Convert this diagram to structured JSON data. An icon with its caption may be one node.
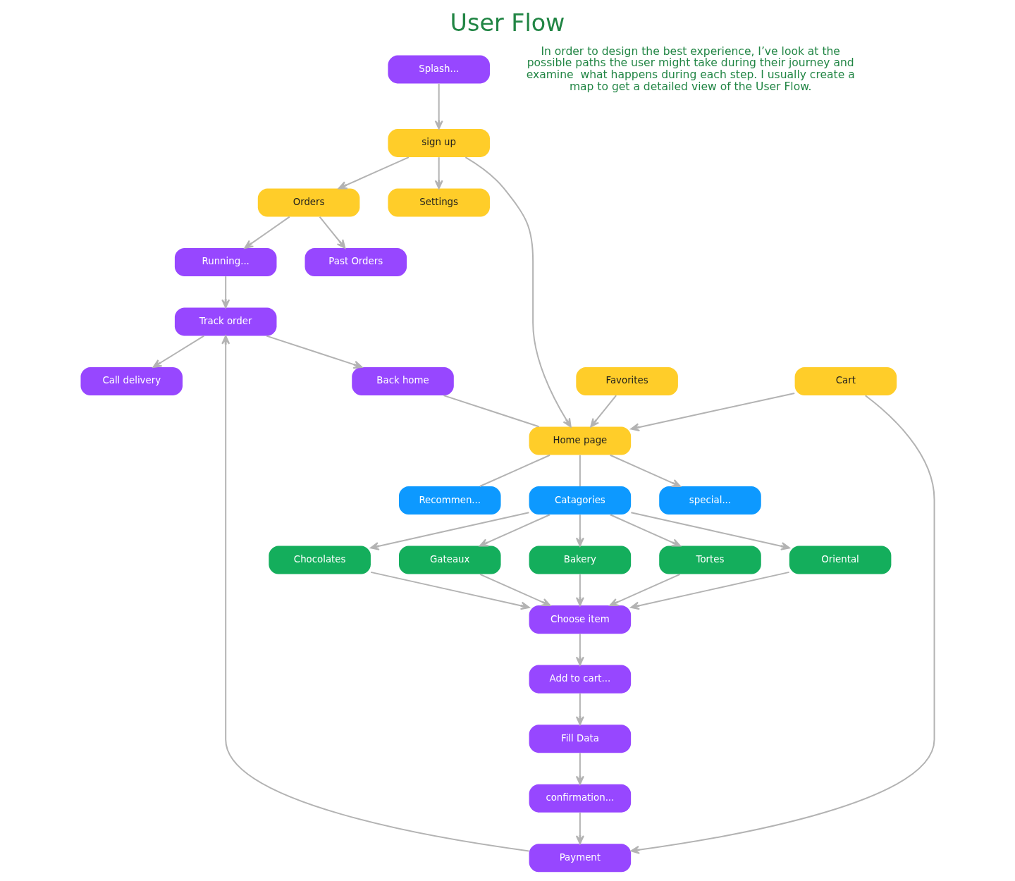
{
  "diagram": {
    "title": "User Flow",
    "nodes": [
      {
        "text": [
          "Splash..."
        ]
      },
      {
        "text": [
          "sign up"
        ]
      },
      {
        "text": [
          "Past Orders"
        ]
      },
      {
        "text": [
          "Orders"
        ]
      },
      {
        "text": [
          "Settings"
        ]
      },
      {
        "text": [
          "Running..."
        ]
      },
      {
        "text": [
          "Favorites"
        ]
      },
      {
        "text": [
          "Cart"
        ]
      },
      {
        "text": [
          "Home page"
        ]
      },
      {
        "text": [
          "Catagories"
        ]
      },
      {
        "text": [
          "special..."
        ]
      },
      {
        "text": [
          "Recommen..."
        ]
      },
      {
        "text": [
          "Tortes"
        ]
      },
      {
        "text": [
          "Oriental"
        ]
      },
      {
        "text": [
          "Chocolates"
        ]
      },
      {
        "text": [
          "Gateaux"
        ]
      },
      {
        "text": [
          "Bakery"
        ]
      },
      {
        "text": [
          "Choose item"
        ]
      },
      {
        "text": [
          "Add to cart..."
        ]
      },
      {
        "text": [
          "Fill Data"
        ]
      },
      {
        "text": [
          "confirmation..."
        ]
      },
      {
        "text": [
          "Call delivery"
        ]
      },
      {
        "text": [
          "Track order"
        ]
      },
      {
        "text": [
          "Payment"
        ]
      },
      {
        "text": [
          "Back home"
        ]
      }
    ],
    "edges": [
      {
        "from": 0,
        "to": 1,
        "arrow": "to"
      },
      {
        "from": 1,
        "to": 3,
        "arrow": "to"
      },
      {
        "from": 1,
        "to": 4,
        "arrow": "to"
      },
      {
        "from": 3,
        "to": 2,
        "arrow": "to"
      },
      {
        "from": 3,
        "to": 5,
        "arrow": "to"
      },
      {
        "from": 1,
        "to": 8,
        "arrow": "to"
      },
      {
        "from": 6,
        "to": 8,
        "arrow": "to"
      },
      {
        "from": 7,
        "to": 8,
        "arrow": "to"
      },
      {
        "from": 7,
        "to": 23,
        "arrow": "to"
      },
      {
        "from": 8,
        "to": 9,
        "arrow": "none"
      },
      {
        "from": 8,
        "to": 10,
        "arrow": "to"
      },
      {
        "from": 8,
        "to": 11,
        "arrow": "none"
      },
      {
        "from": 9,
        "to": 12,
        "arrow": "to"
      },
      {
        "from": 9,
        "to": 13,
        "arrow": "to"
      },
      {
        "from": 9,
        "to": 14,
        "arrow": "to"
      },
      {
        "from": 9,
        "to": 15,
        "arrow": "to"
      },
      {
        "from": 9,
        "to": 16,
        "arrow": "to"
      },
      {
        "from": 12,
        "to": 17,
        "arrow": "to"
      },
      {
        "from": 14,
        "to": 17,
        "arrow": "to"
      },
      {
        "from": 13,
        "to": 17,
        "arrow": "to"
      },
      {
        "from": 15,
        "to": 17,
        "arrow": "to"
      },
      {
        "from": 16,
        "to": 17,
        "arrow": "to"
      },
      {
        "from": 17,
        "to": 18,
        "arrow": "to"
      },
      {
        "from": 18,
        "to": 19,
        "arrow": "to"
      },
      {
        "from": 19,
        "to": 20,
        "arrow": "to"
      },
      {
        "from": 20,
        "to": 23,
        "arrow": "to"
      },
      {
        "from": 23,
        "to": 22,
        "arrow": "to"
      },
      {
        "from": 22,
        "to": 21,
        "arrow": "to"
      },
      {
        "from": 22,
        "to": 24,
        "arrow": "to"
      },
      {
        "from": 5,
        "to": 22,
        "arrow": "to"
      },
      {
        "from": 24,
        "to": 8,
        "arrow": "none"
      }
    ],
    "labels": [
      "In order to design the best experience, I’ve look at the possible paths the user might take during their journey and examine  what happens during each step. I usually create a map to get a detailed view of the User Flow."
    ]
  }
}
